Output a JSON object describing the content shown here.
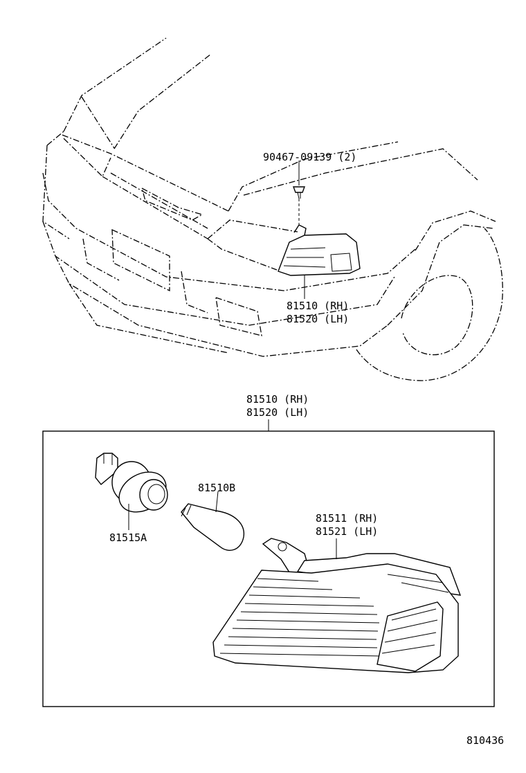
{
  "labels": {
    "clip": "90467-09139 (2)",
    "assy_top_rh": "81510 (RH)",
    "assy_top_lh": "81520 (LH)",
    "assy_box_rh": "81510 (RH)",
    "assy_box_lh": "81520 (LH)",
    "bulb": "81510B",
    "socket": "81515A",
    "lens_rh": "81511 (RH)",
    "lens_lh": "81521 (LH)",
    "figure_number": "810436"
  }
}
